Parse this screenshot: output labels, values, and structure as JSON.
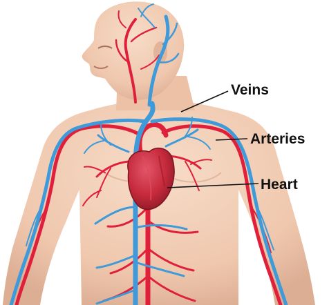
{
  "labels": {
    "veins": "Veins",
    "arteries": "Arteries",
    "heart": "Heart"
  },
  "colors": {
    "skin": "#f2cdb5",
    "skin_shadow": "#dcae94",
    "artery": "#e0203a",
    "vein": "#3e9ad8",
    "heart": "#c62a3c",
    "background": "#ffffff",
    "label_text": "#111111"
  }
}
